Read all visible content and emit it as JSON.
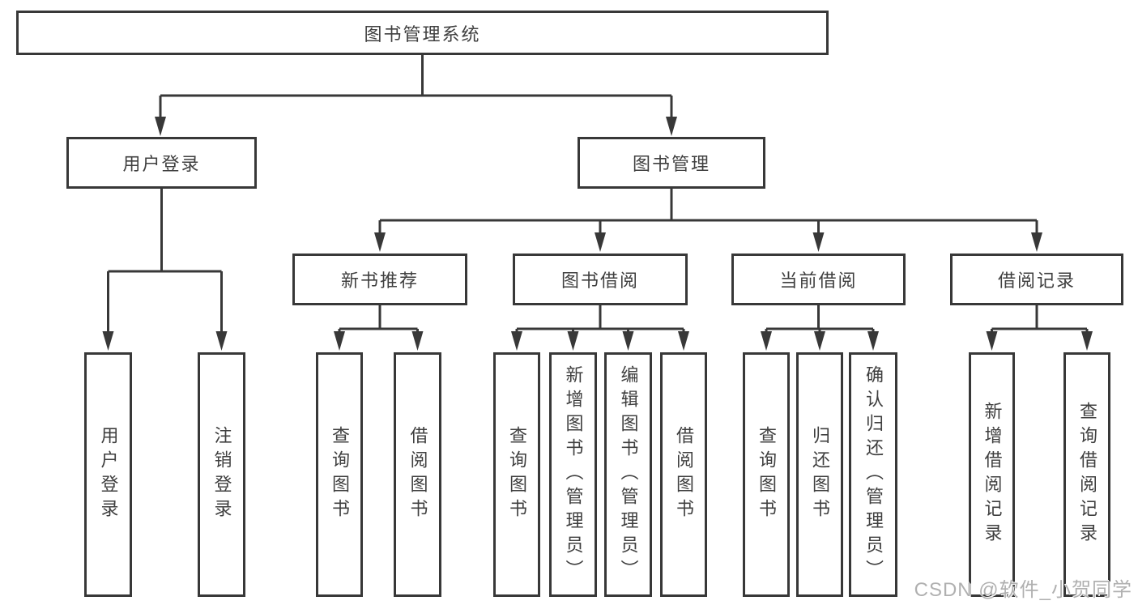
{
  "tree": {
    "root": {
      "label": "图书管理系统"
    },
    "branches": [
      {
        "label": "用户登录",
        "leaves": [
          {
            "label": "用户登录"
          },
          {
            "label": "注销登录"
          }
        ]
      },
      {
        "label": "图书管理",
        "children": [
          {
            "label": "新书推荐",
            "leaves": [
              {
                "label": "查询图书"
              },
              {
                "label": "借阅图书"
              }
            ]
          },
          {
            "label": "图书借阅",
            "leaves": [
              {
                "label": "查询图书"
              },
              {
                "label": "新增图书（管理员）"
              },
              {
                "label": "编辑图书（管理员）"
              },
              {
                "label": "借阅图书"
              }
            ]
          },
          {
            "label": "当前借阅",
            "leaves": [
              {
                "label": "查询图书"
              },
              {
                "label": "归还图书"
              },
              {
                "label": "确认归还（管理员）"
              }
            ]
          },
          {
            "label": "借阅记录",
            "leaves": [
              {
                "label": "新增借阅记录"
              },
              {
                "label": "查询借阅记录"
              }
            ]
          }
        ]
      }
    ]
  },
  "watermark": {
    "text": "CSDN @软件_小贺同学"
  },
  "colors": {
    "line": "#383838",
    "text": "#3f3f3f",
    "watermark": "#b0b0b0",
    "background": "#ffffff"
  }
}
